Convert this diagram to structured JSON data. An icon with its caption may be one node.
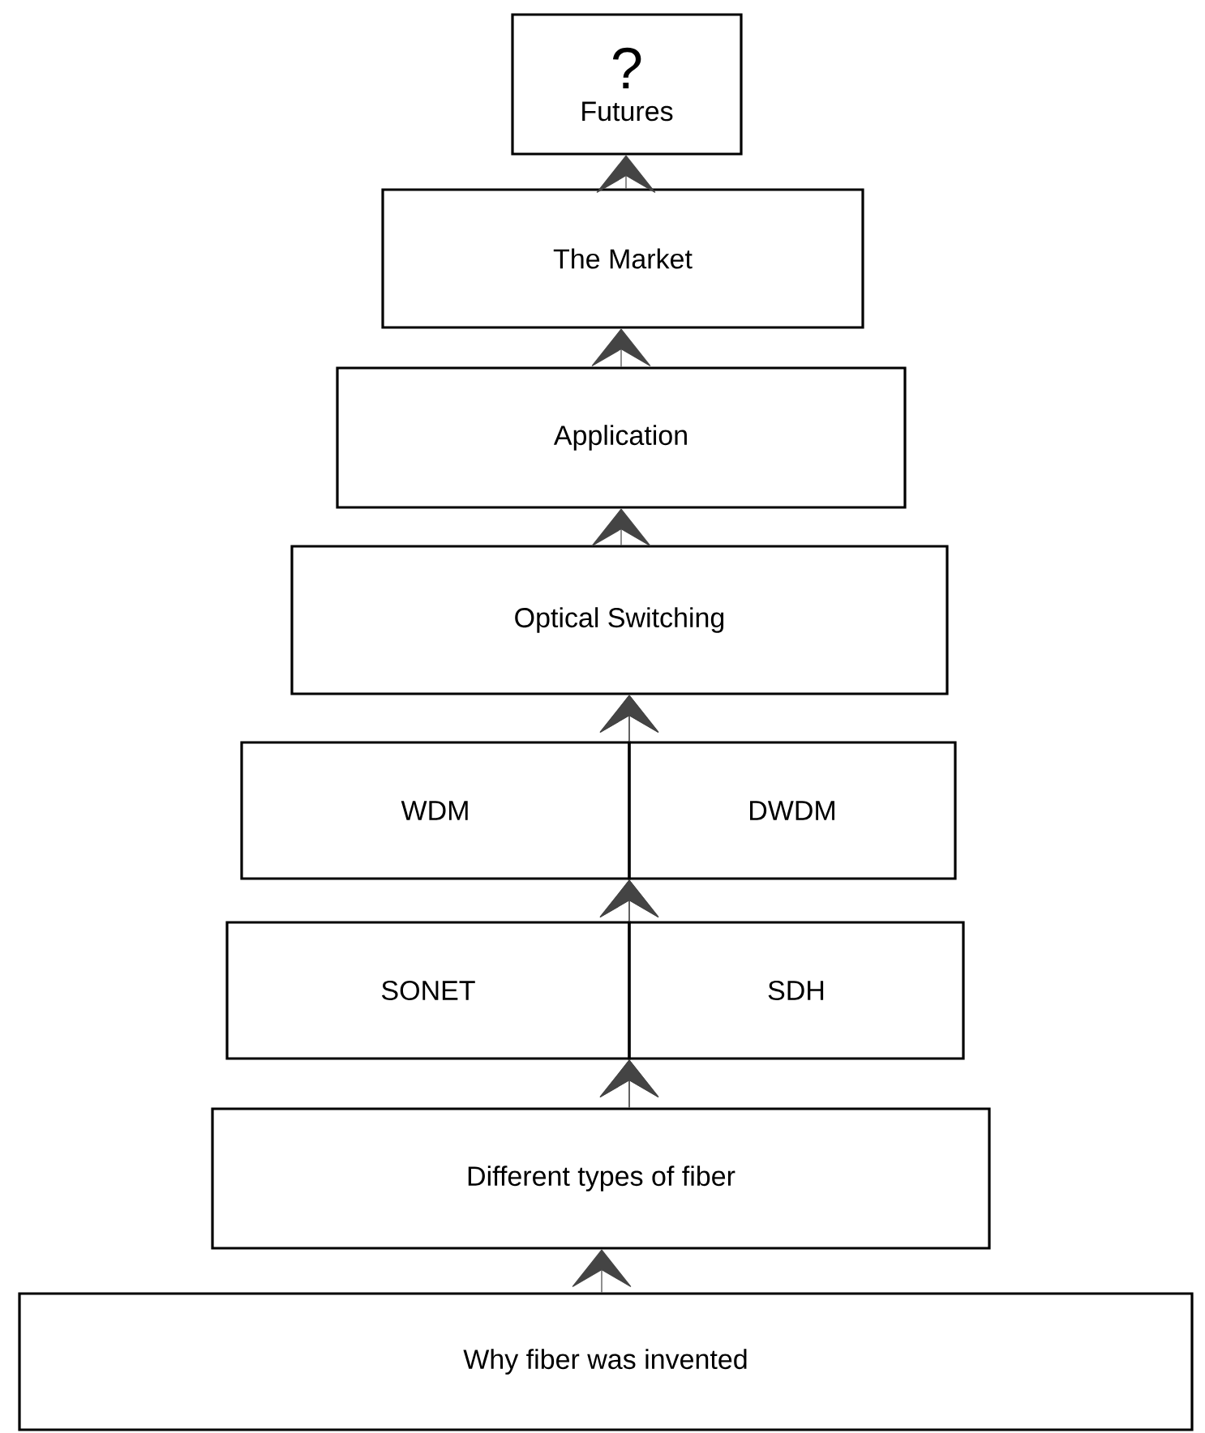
{
  "diagram": {
    "nodes": [
      {
        "text": [
          "?",
          "Futures"
        ]
      },
      {
        "text": [
          "The Market"
        ]
      },
      {
        "text": [
          "Application"
        ]
      },
      {
        "text": [
          "Optical Switching"
        ]
      },
      {
        "text": [
          "WDM"
        ]
      },
      {
        "text": [
          "DWDM"
        ]
      },
      {
        "text": [
          "SONET"
        ]
      },
      {
        "text": [
          "SDH"
        ]
      },
      {
        "text": [
          "Different types of fiber"
        ]
      },
      {
        "text": [
          "Why fiber was invented"
        ]
      }
    ],
    "edges": [
      {
        "from": 9,
        "to": 8,
        "arrow": "to"
      },
      {
        "from": 8,
        "to": 6,
        "arrow": "to"
      },
      {
        "from": 8,
        "to": 7,
        "arrow": "to"
      },
      {
        "from": 6,
        "to": 4,
        "arrow": "to"
      },
      {
        "from": 7,
        "to": 5,
        "arrow": "to"
      },
      {
        "from": 4,
        "to": 3,
        "arrow": "to"
      },
      {
        "from": 5,
        "to": 3,
        "arrow": "to"
      },
      {
        "from": 3,
        "to": 2,
        "arrow": "to"
      },
      {
        "from": 2,
        "to": 1,
        "arrow": "to"
      },
      {
        "from": 1,
        "to": 0,
        "arrow": "to"
      }
    ]
  }
}
